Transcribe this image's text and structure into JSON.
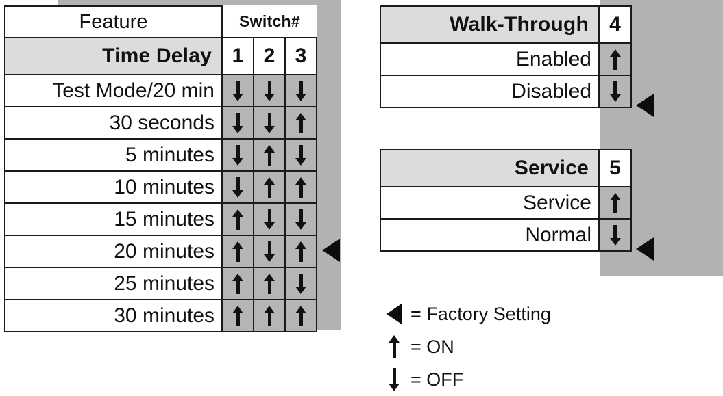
{
  "colors": {
    "backdrop_gray": "#b2b2b2",
    "switch_cell_gray": "#b5b5b5",
    "header_gray": "#dcdcdc",
    "border": "#1a1a1a",
    "ink": "#111111"
  },
  "time_delay_table": {
    "feature_header": "Feature",
    "switch_header": "Switch#",
    "section_title": "Time Delay",
    "switch_numbers": [
      "1",
      "2",
      "3"
    ],
    "rows": [
      {
        "label": "Test Mode/20 min",
        "switches": [
          "OFF",
          "OFF",
          "OFF"
        ],
        "factory": false
      },
      {
        "label": "30 seconds",
        "switches": [
          "OFF",
          "OFF",
          "ON"
        ],
        "factory": false
      },
      {
        "label": "5 minutes",
        "switches": [
          "OFF",
          "ON",
          "OFF"
        ],
        "factory": false
      },
      {
        "label": "10 minutes",
        "switches": [
          "OFF",
          "ON",
          "ON"
        ],
        "factory": false
      },
      {
        "label": "15 minutes",
        "switches": [
          "ON",
          "OFF",
          "OFF"
        ],
        "factory": false
      },
      {
        "label": "20 minutes",
        "switches": [
          "ON",
          "OFF",
          "ON"
        ],
        "factory": true
      },
      {
        "label": "25 minutes",
        "switches": [
          "ON",
          "ON",
          "OFF"
        ],
        "factory": false
      },
      {
        "label": "30 minutes",
        "switches": [
          "ON",
          "ON",
          "ON"
        ],
        "factory": false
      }
    ]
  },
  "walk_through_table": {
    "section_title": "Walk-Through",
    "switch_number": "4",
    "rows": [
      {
        "label": "Enabled",
        "switch": "ON",
        "factory": false
      },
      {
        "label": "Disabled",
        "switch": "OFF",
        "factory": true
      }
    ]
  },
  "service_table": {
    "section_title": "Service",
    "switch_number": "5",
    "rows": [
      {
        "label": "Service",
        "switch": "ON",
        "factory": false
      },
      {
        "label": "Normal",
        "switch": "OFF",
        "factory": true
      }
    ]
  },
  "legend": [
    {
      "glyph": "triangle-left-icon",
      "text": "= Factory Setting"
    },
    {
      "glyph": "arrow-up-icon",
      "text": "= ON"
    },
    {
      "glyph": "arrow-down-icon",
      "text": "= OFF"
    }
  ]
}
